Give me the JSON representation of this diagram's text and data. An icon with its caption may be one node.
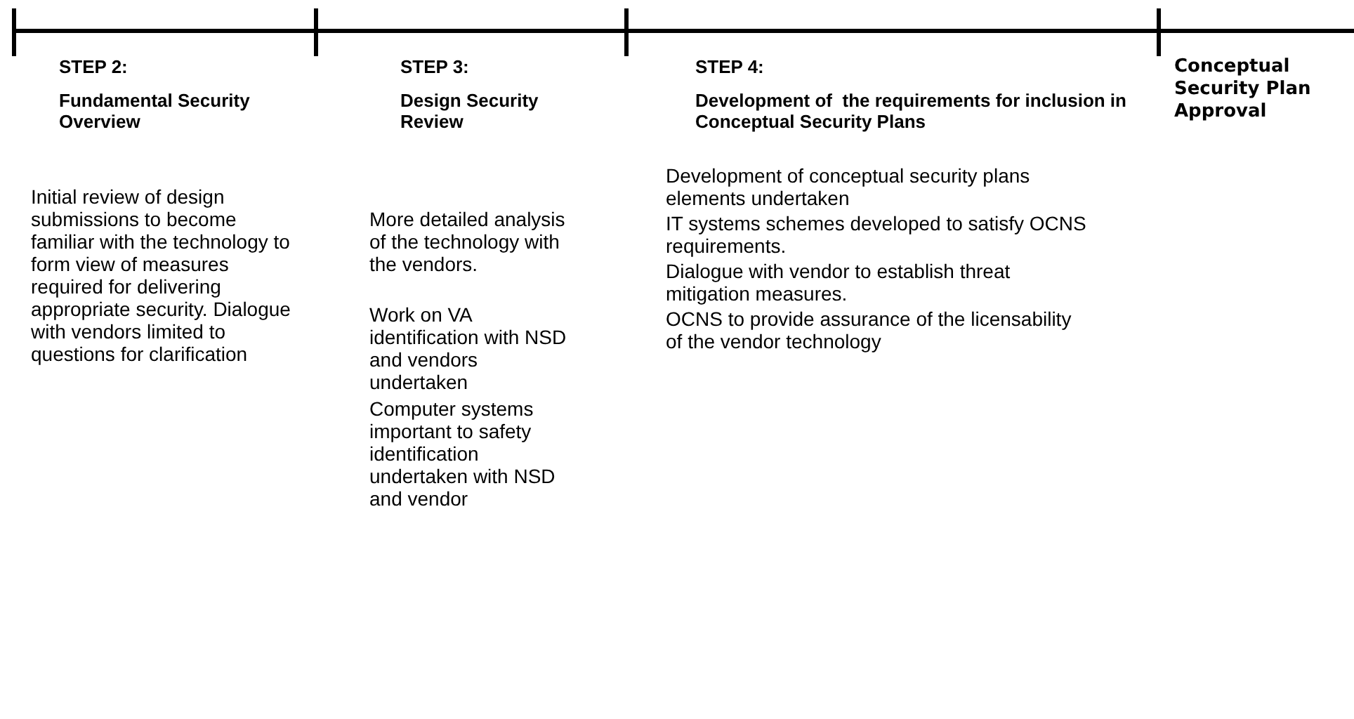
{
  "diagram": {
    "labels": [
      "STEP 2:",
      "Fundamental Security Overview",
      "Initial review of design submissions to become familiar with the technology to form view of measures required for delivering appropriate security. Dialogue with vendors limited to questions for clarification",
      "STEP 3:",
      "Design Security Review",
      "More detailed analysis of the technology with the vendors.",
      "Work on VA identification with NSD and vendors undertaken",
      "Computer systems important to safety identification undertaken with NSD and vendor",
      "STEP 4:",
      "Development of  the requirements for inclusion in  Conceptual Security Plans",
      "Development of conceptual security plans elements undertaken",
      "IT systems schemes developed to satisfy OCNS requirements.",
      "Dialogue with vendor to establish threat mitigation measures.",
      "OCNS to provide assurance of the licensability of the vendor technology",
      "Conceptual Security Plan Approval"
    ]
  }
}
